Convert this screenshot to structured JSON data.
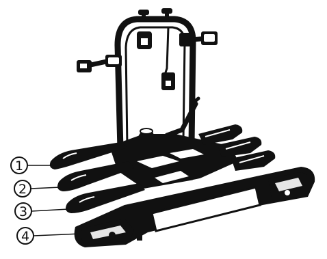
{
  "figure": {
    "subject": "bike-carrier",
    "callouts": [
      {
        "number": "1"
      },
      {
        "number": "2"
      },
      {
        "number": "3"
      },
      {
        "number": "4"
      }
    ],
    "colors": {
      "ink": "#111111",
      "paper": "#ffffff",
      "highlight": "#e6e6e6"
    }
  }
}
